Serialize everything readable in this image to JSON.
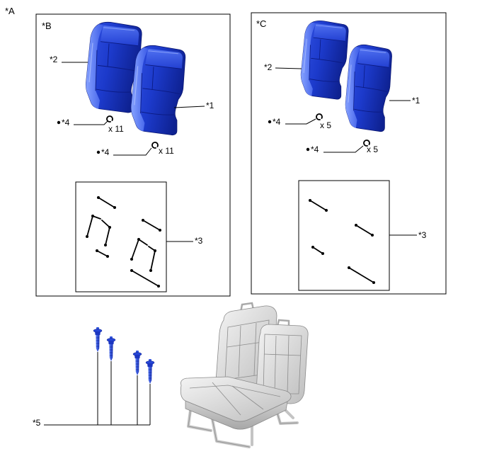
{
  "figure_label": "*A",
  "panel_b": {
    "label": "*B",
    "seat_right_callout": "*1",
    "seat_left_callout": "*2",
    "wire_set_callout": "*3",
    "clip_upper_callout": "*4",
    "clip_upper_qty": "x 11",
    "clip_lower_callout": "*4",
    "clip_lower_qty": "x 11"
  },
  "panel_c": {
    "label": "*C",
    "seat_right_callout": "*1",
    "seat_left_callout": "*2",
    "wire_set_callout": "*3",
    "clip_upper_callout": "*4",
    "clip_upper_qty": "x 5",
    "clip_lower_callout": "*4",
    "clip_lower_qty": "x 5"
  },
  "pins": {
    "callout": "*5"
  },
  "colors": {
    "part_blue": "#1f3dd0",
    "assembly_gray": "#d9d9d9",
    "line": "#000000",
    "background": "#ffffff"
  }
}
